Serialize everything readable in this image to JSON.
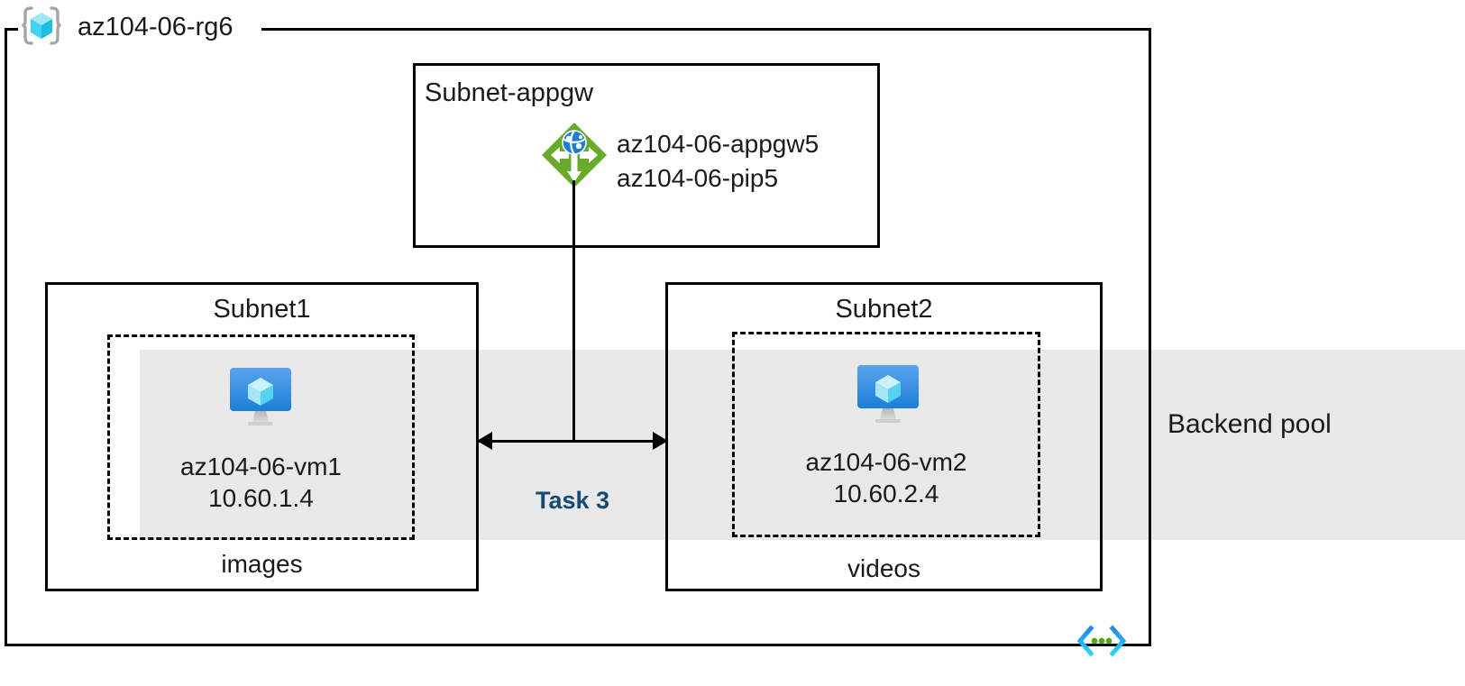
{
  "diagram": {
    "resource_group": {
      "name": "az104-06-rg6",
      "icon": "resource-group-icon"
    },
    "vnet_icon": "virtual-network-icon",
    "backend_pool": {
      "label": "Backend pool",
      "band_color": "#e9e9e9"
    },
    "subnets": [
      {
        "id": "subnet-appgw",
        "title": "Subnet-appgw",
        "resources": [
          {
            "icon": "application-gateway-icon",
            "name": "az104-06-appgw5",
            "secondary": "az104-06-pip5"
          }
        ]
      },
      {
        "id": "subnet1",
        "title": "Subnet1",
        "footer": "images",
        "vm": {
          "icon": "virtual-machine-icon",
          "name": "az104-06-vm1",
          "ip": "10.60.1.4"
        }
      },
      {
        "id": "subnet2",
        "title": "Subnet2",
        "footer": "videos",
        "vm": {
          "icon": "virtual-machine-icon",
          "name": "az104-06-vm2",
          "ip": "10.60.2.4"
        }
      }
    ],
    "connector": {
      "task_label": "Task 3",
      "task_color": "#134a78"
    },
    "colors": {
      "appgw_green": "#6aaa2b",
      "vm_blue": "#2e8de4",
      "cube_cyan": "#9fe7f5",
      "vnet_cyan": "#2ad2ff",
      "vnet_green": "#5aa51b",
      "outline": "#000000"
    }
  }
}
